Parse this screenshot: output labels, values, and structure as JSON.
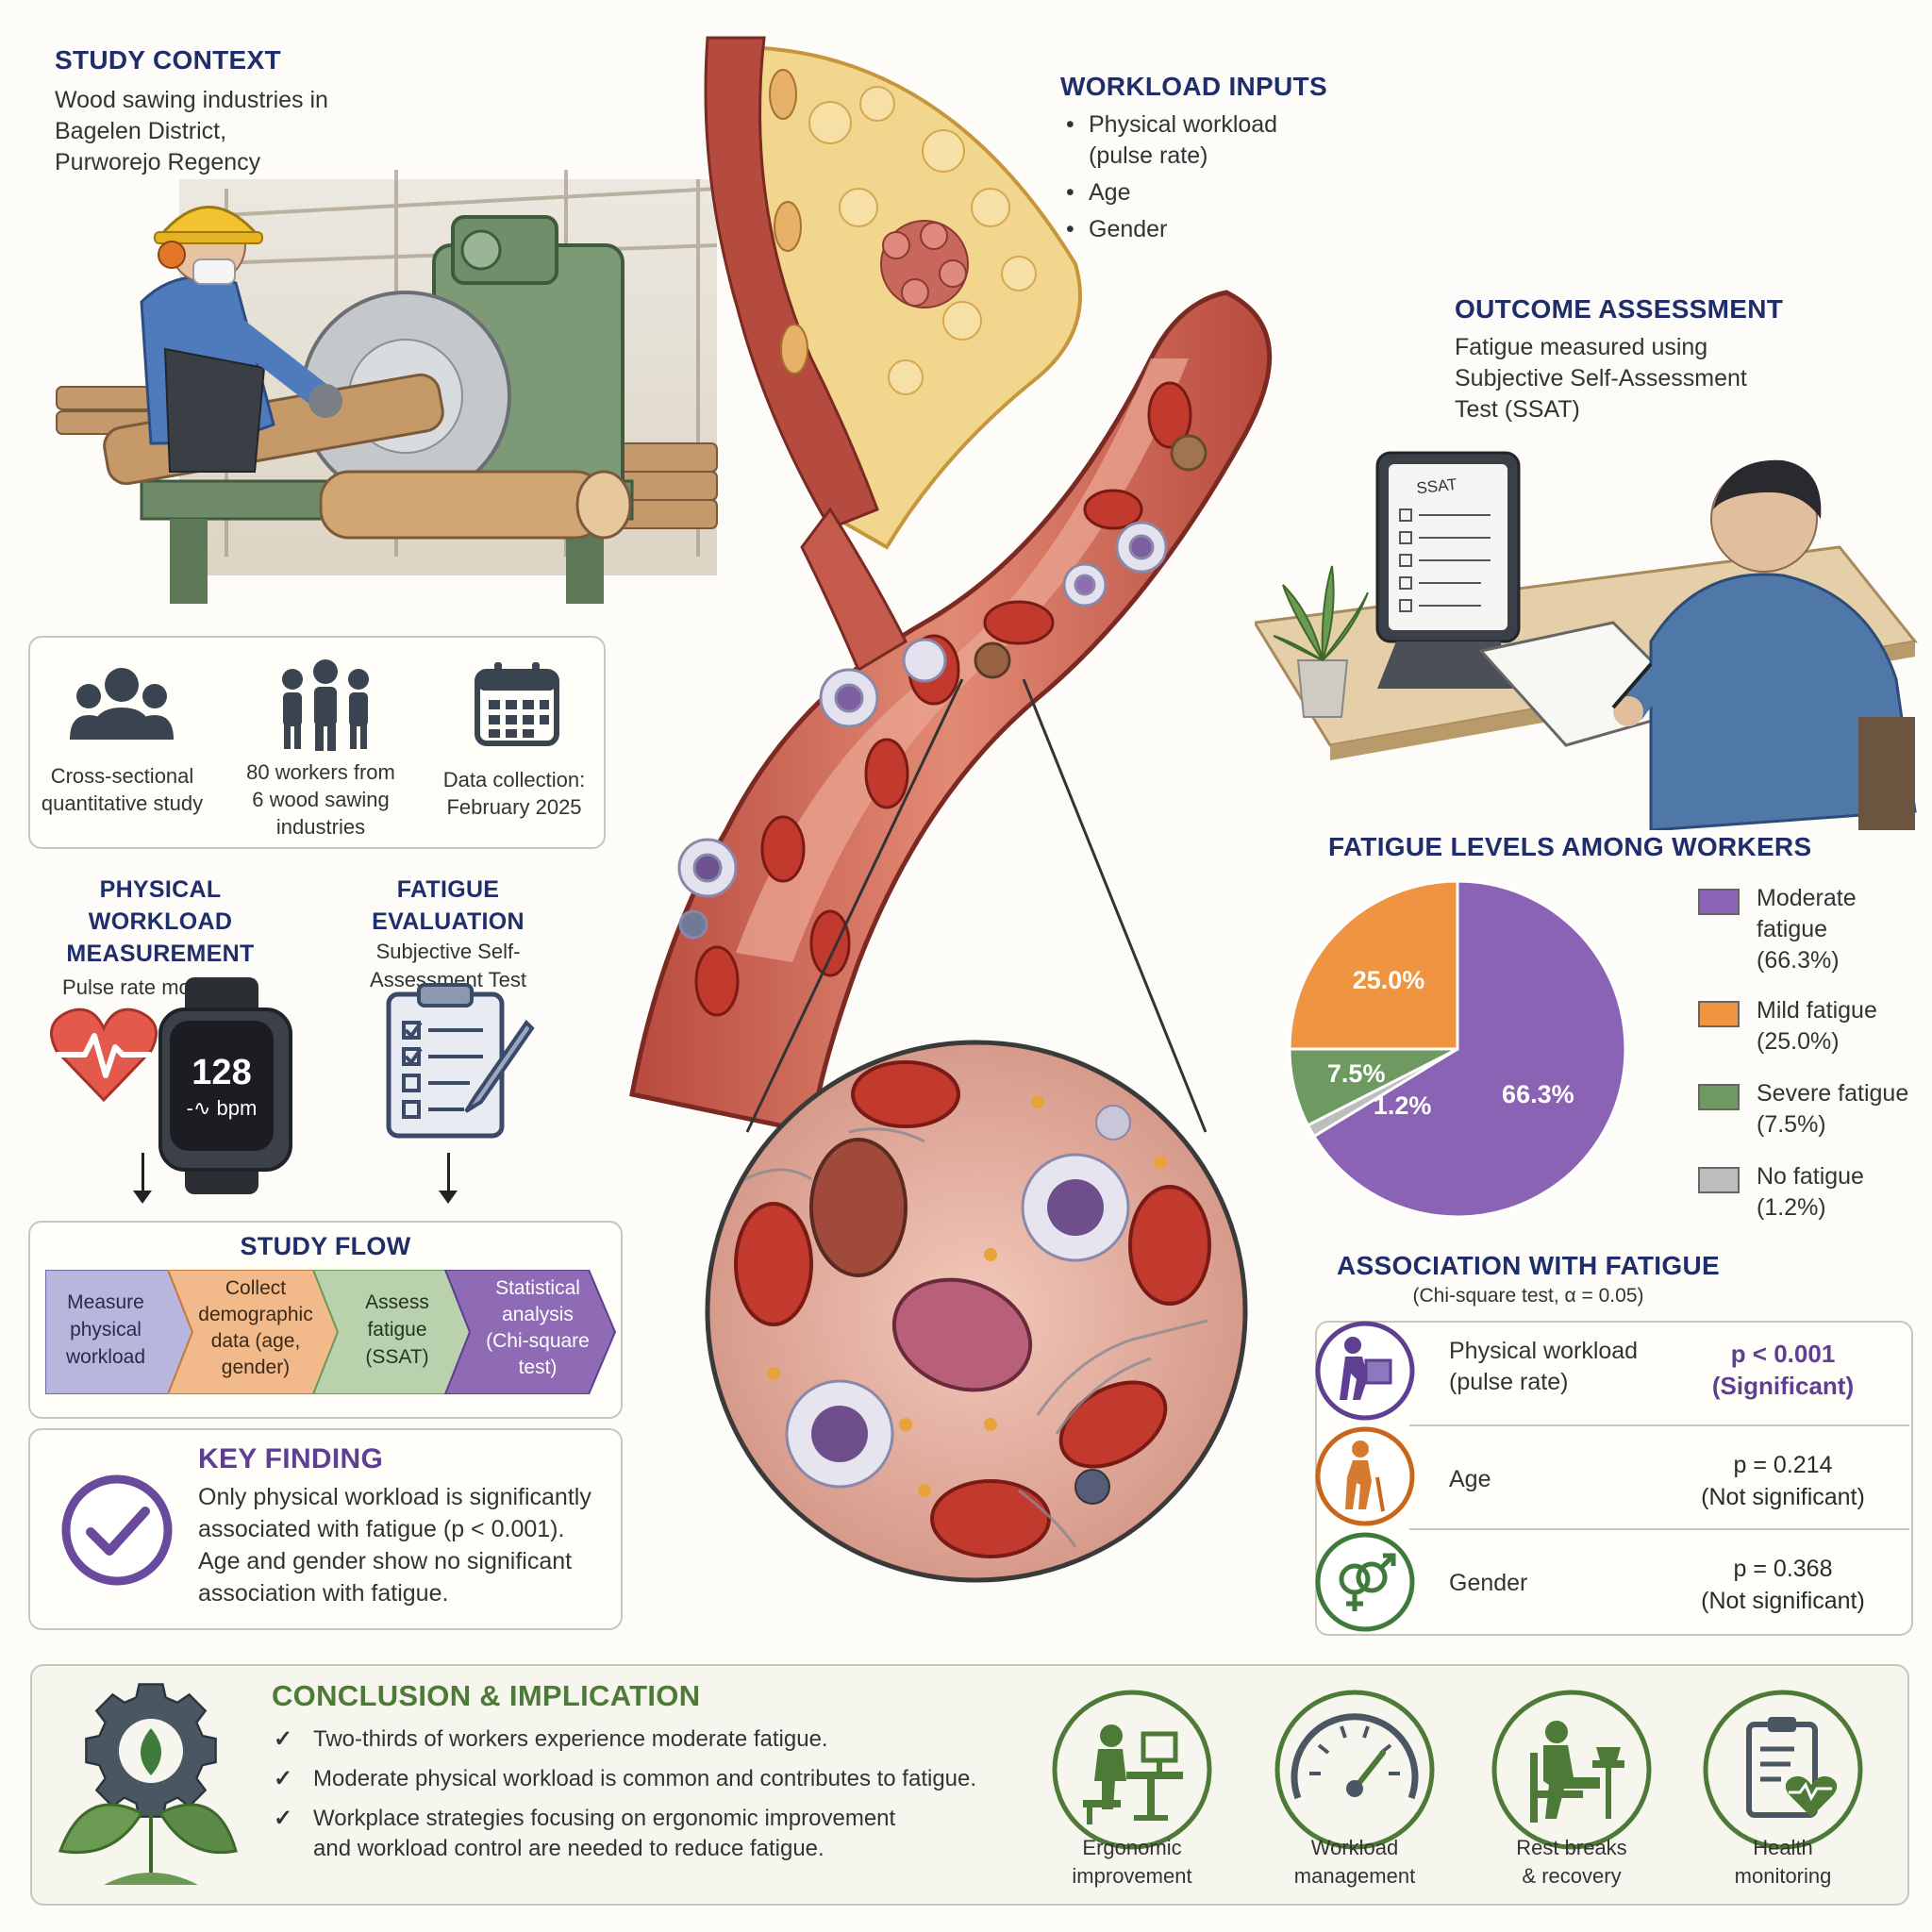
{
  "study_context": {
    "title": "STUDY CONTEXT",
    "text": [
      "Wood sawing industries in",
      "Bagelen District,",
      "Purworejo Regency"
    ]
  },
  "design": {
    "items": [
      {
        "icon": "group-icon",
        "label": [
          "Cross-sectional",
          "quantitative study"
        ]
      },
      {
        "icon": "workers-icon",
        "label": [
          "80 workers from",
          "6 wood sawing",
          "industries"
        ]
      },
      {
        "icon": "calendar-icon",
        "label": [
          "Data collection:",
          "February 2025"
        ]
      }
    ]
  },
  "workload_inputs": {
    "title": "WORKLOAD INPUTS",
    "items": [
      "Physical workload",
      "(pulse rate)",
      "Age",
      "Gender"
    ]
  },
  "outcome": {
    "title": "OUTCOME ASSESSMENT",
    "text": [
      "Fatigue measured using",
      "Subjective Self-Assessment",
      "Test (SSAT)"
    ],
    "tablet_label": "SSAT"
  },
  "physical_measurement": {
    "title": [
      "PHYSICAL WORKLOAD",
      "MEASUREMENT"
    ],
    "subtitle": "Pulse rate monitoring",
    "watch_value": "128",
    "watch_unit": "bpm"
  },
  "fatigue_eval": {
    "title": "FATIGUE EVALUATION",
    "subtitle": [
      "Subjective Self-",
      "Assessment Test"
    ]
  },
  "study_flow": {
    "title": "STUDY FLOW",
    "steps": [
      {
        "label": [
          "Measure",
          "physical",
          "workload"
        ],
        "color": "#b9b6dd"
      },
      {
        "label": [
          "Collect",
          "demographic",
          "data (age,",
          "gender)"
        ],
        "color": "#f2b98a"
      },
      {
        "label": [
          "Assess",
          "fatigue",
          "(SSAT)"
        ],
        "color": "#b9d2ad"
      },
      {
        "label": [
          "Statistical",
          "analysis",
          "(Chi-square",
          "test)"
        ],
        "color": "#8f6bb5"
      }
    ]
  },
  "key_finding": {
    "title": "KEY FINDING",
    "text": [
      "Only physical workload is significantly",
      "associated with fatigue (p < 0.001).",
      "Age and gender show no significant",
      "association with fatigue."
    ]
  },
  "chart_data": {
    "type": "pie",
    "title": "FATIGUE LEVELS AMONG WORKERS",
    "slices": [
      {
        "name": "Moderate fatigue",
        "value": 66.3,
        "label": "66.3%",
        "legend": [
          "Moderate",
          "fatigue",
          "(66.3%)"
        ],
        "color": "#8a63b4"
      },
      {
        "name": "No fatigue",
        "value": 1.2,
        "label": "1.2%",
        "legend": [
          "No fatigue",
          "(1.2%)"
        ],
        "color": "#bdbdbd"
      },
      {
        "name": "Severe fatigue",
        "value": 7.5,
        "label": "7.5%",
        "legend": [
          "Severe fatigue",
          "(7.5%)"
        ],
        "color": "#6e9a62"
      },
      {
        "name": "Mild fatigue",
        "value": 25.0,
        "label": "25.0%",
        "legend": [
          "Mild fatigue",
          "(25.0%)"
        ],
        "color": "#ef9440"
      }
    ],
    "legend_order": [
      0,
      3,
      2,
      1
    ]
  },
  "association": {
    "title": "ASSOCIATION WITH FATIGUE",
    "subtitle": "(Chi-square test, α = 0.05)",
    "rows": [
      {
        "icon": "worker-lifting-icon",
        "factor": [
          "Physical workload",
          "(pulse rate)"
        ],
        "p": "p < 0.001",
        "sig": "(Significant)",
        "color": "#5e3f92",
        "highlight": true
      },
      {
        "icon": "elderly-person-icon",
        "factor": [
          "Age"
        ],
        "p": "p = 0.214",
        "sig": "(Not significant)",
        "color": "#c8661c",
        "highlight": false
      },
      {
        "icon": "gender-symbol-icon",
        "factor": [
          "Gender"
        ],
        "p": "p = 0.368",
        "sig": "(Not significant)",
        "color": "#3d7a3b",
        "highlight": false
      }
    ]
  },
  "conclusion": {
    "title": "CONCLUSION & IMPLICATION",
    "bullets": [
      [
        "Two-thirds of workers experience moderate fatigue."
      ],
      [
        "Moderate physical workload is common and contributes to fatigue."
      ],
      [
        "Workplace strategies focusing on ergonomic improvement",
        "and workload control are needed to reduce fatigue."
      ]
    ],
    "actions": [
      {
        "icon": "ergonomic-workstation-icon",
        "label": [
          "Ergonomic",
          "improvement"
        ]
      },
      {
        "icon": "gauge-icon",
        "label": [
          "Workload",
          "management"
        ]
      },
      {
        "icon": "rest-break-icon",
        "label": [
          "Rest breaks",
          "& recovery"
        ]
      },
      {
        "icon": "health-clipboard-icon",
        "label": [
          "Health",
          "monitoring"
        ]
      }
    ]
  },
  "colors": {
    "navy": "#1f2d6b",
    "purple": "#6a4a9c",
    "green": "#4d7a36"
  }
}
